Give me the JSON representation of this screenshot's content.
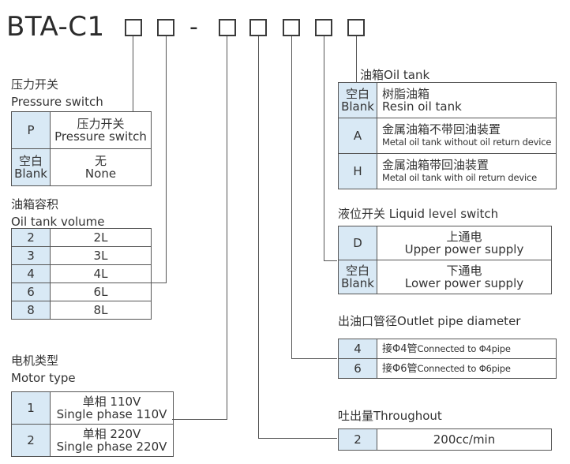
{
  "model": {
    "prefix": "BTA-C1",
    "separator": "-"
  },
  "pressure_switch": {
    "title_cn": "压力开关",
    "title_en": "Pressure switch",
    "rows": [
      {
        "code": "P",
        "desc_cn": "压力开关",
        "desc_en": "Pressure switch"
      },
      {
        "code_cn": "空白",
        "code_en": "Blank",
        "desc_cn": "无",
        "desc_en": "None"
      }
    ]
  },
  "tank_volume": {
    "title_cn": "油箱容积",
    "title_en": "Oil tank volume",
    "rows": [
      {
        "code": "2",
        "desc": "2L"
      },
      {
        "code": "3",
        "desc": "3L"
      },
      {
        "code": "4",
        "desc": "4L"
      },
      {
        "code": "6",
        "desc": "6L"
      },
      {
        "code": "8",
        "desc": "8L"
      }
    ]
  },
  "motor_type": {
    "title_cn": "电机类型",
    "title_en": "Motor type",
    "rows": [
      {
        "code": "1",
        "desc_cn": "单相 110V",
        "desc_en": "Single phase 110V"
      },
      {
        "code": "2",
        "desc_cn": "单相 220V",
        "desc_en": "Single phase 220V"
      }
    ]
  },
  "oil_tank": {
    "title_cn": "油箱",
    "title_en": "Oil tank",
    "rows": [
      {
        "code_cn": "空白",
        "code_en": "Blank",
        "desc_cn": "树脂油箱",
        "desc_en": "Resin oil tank"
      },
      {
        "code": "A",
        "desc_cn": "金属油箱不带回油装置",
        "desc_en": "Metal oil tank without oil return device"
      },
      {
        "code": "H",
        "desc_cn": "金属油箱带回油装置",
        "desc_en": "Metal oil tank with oil return device"
      }
    ]
  },
  "level_switch": {
    "title_cn": "液位开关",
    "title_en": "Liquid level switch",
    "rows": [
      {
        "code": "D",
        "desc_cn": "上通电",
        "desc_en": "Upper power supply"
      },
      {
        "code_cn": "空白",
        "code_en": "Blank",
        "desc_cn": "下通电",
        "desc_en": "Lower power supply"
      }
    ]
  },
  "outlet_pipe": {
    "title_cn": "出油口管径",
    "title_en": "Outlet pipe diameter",
    "rows": [
      {
        "code": "4",
        "desc_cn": "接Φ4管",
        "desc_en": "Connected to Φ4pipe"
      },
      {
        "code": "6",
        "desc_cn": "接Φ6管",
        "desc_en": "Connected to Φ6pipe"
      }
    ]
  },
  "throughput": {
    "title_cn": "吐出量",
    "title_en": "Throughout",
    "rows": [
      {
        "code": "2",
        "desc": "200cc/min"
      }
    ]
  }
}
